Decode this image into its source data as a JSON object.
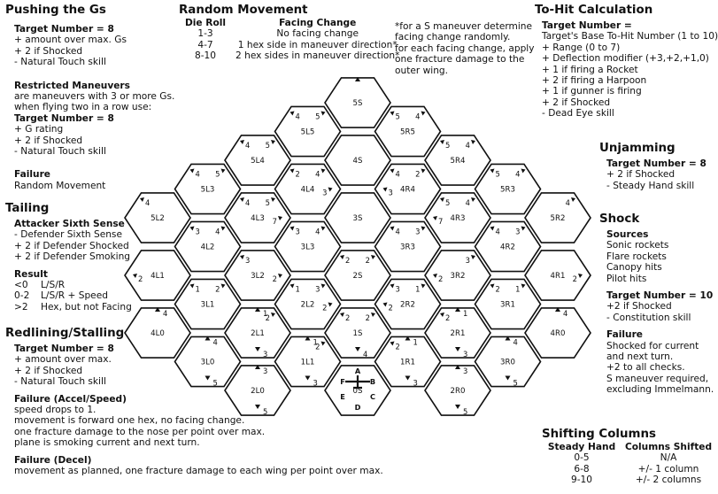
{
  "pushing": {
    "title": "Pushing the Gs",
    "target": "Target Number = 8",
    "lines": [
      "+ amount over max. Gs",
      "+ 2 if Shocked",
      "- Natural Touch skill"
    ],
    "restricted_title": "Restricted Maneuvers",
    "restricted_desc": [
      "are maneuvers with 3 or more Gs.",
      "when flying two in a row use:"
    ],
    "target2": "Target Number = 8",
    "lines2": [
      "+ G rating",
      "+ 2 if Shocked",
      "- Natural Touch skill"
    ],
    "failure_title": "Failure",
    "failure_text": "Random Movement"
  },
  "tailing": {
    "title": "Tailing",
    "sub": "Attacker Sixth Sense",
    "lines": [
      "- Defender Sixth Sense",
      "+ 2 if Defender Shocked",
      "+ 2 if Defender Smoking"
    ],
    "result_title": "Result",
    "results": [
      [
        "<0",
        "L/S/R"
      ],
      [
        "0-2",
        "L/S/R + Speed"
      ],
      [
        ">2",
        "Hex, but not Facing"
      ]
    ]
  },
  "redlining": {
    "title": "Redlining/Stalling",
    "target": "Target Number = 8",
    "lines": [
      "+ amount over max.",
      "+ 2 if Shocked",
      "- Natural Touch skill"
    ],
    "fail1_title": "Failure (Accel/Speed)",
    "fail1_lines": [
      "speed drops to 1.",
      "movement is forward one hex, no facing change.",
      "one fracture damage to the nose per point over max.",
      "plane is smoking current and next turn."
    ],
    "fail2_title": "Failure (Decel)",
    "fail2_line": "movement as planned, one fracture damage to each wing per point over max."
  },
  "random": {
    "title": "Random Movement",
    "col1": "Die Roll",
    "col2": "Facing Change",
    "rows": [
      [
        "1-3",
        "No facing change"
      ],
      [
        "4-7",
        "1 hex side in maneuver direction*"
      ],
      [
        "8-10",
        "2 hex sides in maneuver direction*"
      ]
    ],
    "note": [
      "*for a S maneuver determine",
      "facing change randomly.",
      "for each facing change, apply",
      "one fracture damage to the",
      "outer wing."
    ]
  },
  "tohit": {
    "title": "To-Hit Calculation",
    "target": "Target Number =",
    "lines": [
      "Target's Base To-Hit Number (1 to 10)",
      "+ Range (0 to 7)",
      "+ Deflection modifier (+3,+2,+1,0)",
      "+ 1 if firing a Rocket",
      "+ 2 if firing a Harpoon",
      "+ 1 if gunner is firing",
      "+ 2 if Shocked",
      "- Dead Eye skill"
    ]
  },
  "unjamming": {
    "title": "Unjamming",
    "target": "Target Number = 8",
    "lines": [
      "+ 2 if Shocked",
      "- Steady Hand skill"
    ]
  },
  "shock": {
    "title": "Shock",
    "sources_title": "Sources",
    "sources": [
      "Sonic rockets",
      "Flare rockets",
      "Canopy hits",
      "Pilot hits"
    ],
    "target": "Target Number = 10",
    "lines": [
      "+2 if Shocked",
      "- Constitution skill"
    ],
    "failure_title": "Failure",
    "failure_lines": [
      "Shocked for current",
      "and next turn.",
      "+2 to all checks.",
      "S maneuver required,",
      "excluding Immelmann."
    ]
  },
  "shifting": {
    "title": "Shifting Columns",
    "col1": "Steady Hand",
    "col2": "Columns Shifted",
    "rows": [
      [
        "0-5",
        "N/A"
      ],
      [
        "6-8",
        "+/- 1 column"
      ],
      [
        "9-10",
        "+/- 2 columns"
      ]
    ]
  },
  "hexes": [
    {
      "label": "5S",
      "col": 0,
      "row": 0
    },
    {
      "label": "5L5",
      "col": -1,
      "row": 0.5
    },
    {
      "label": "5R5",
      "col": 1,
      "row": 0.5
    },
    {
      "label": "4S",
      "col": 0,
      "row": 1
    },
    {
      "label": "5L4",
      "col": -2,
      "row": 1
    },
    {
      "label": "5R4",
      "col": 2,
      "row": 1
    },
    {
      "label": "4L4",
      "col": -1,
      "row": 1.5
    },
    {
      "label": "4R4",
      "col": 1,
      "row": 1.5
    },
    {
      "label": "5L3",
      "col": -3,
      "row": 1.5
    },
    {
      "label": "5R3",
      "col": 3,
      "row": 1.5
    },
    {
      "label": "3S",
      "col": 0,
      "row": 2
    },
    {
      "label": "4L3",
      "col": -2,
      "row": 2
    },
    {
      "label": "4R3",
      "col": 2,
      "row": 2
    },
    {
      "label": "5L2",
      "col": -4,
      "row": 2
    },
    {
      "label": "5R2",
      "col": 4,
      "row": 2
    },
    {
      "label": "3L3",
      "col": -1,
      "row": 2.5
    },
    {
      "label": "3R3",
      "col": 1,
      "row": 2.5
    },
    {
      "label": "4L2",
      "col": -3,
      "row": 2.5
    },
    {
      "label": "4R2",
      "col": 3,
      "row": 2.5
    },
    {
      "label": "2S",
      "col": 0,
      "row": 3
    },
    {
      "label": "3L2",
      "col": -2,
      "row": 3
    },
    {
      "label": "3R2",
      "col": 2,
      "row": 3
    },
    {
      "label": "4L1",
      "col": -4,
      "row": 3
    },
    {
      "label": "4R1",
      "col": 4,
      "row": 3
    },
    {
      "label": "2L2",
      "col": -1,
      "row": 3.5
    },
    {
      "label": "2R2",
      "col": 1,
      "row": 3.5
    },
    {
      "label": "3L1",
      "col": -3,
      "row": 3.5
    },
    {
      "label": "3R1",
      "col": 3,
      "row": 3.5
    },
    {
      "label": "1S",
      "col": 0,
      "row": 4
    },
    {
      "label": "2L1",
      "col": -2,
      "row": 4
    },
    {
      "label": "2R1",
      "col": 2,
      "row": 4
    },
    {
      "label": "4L0",
      "col": -4,
      "row": 4
    },
    {
      "label": "4R0",
      "col": 4,
      "row": 4
    },
    {
      "label": "1L1",
      "col": -1,
      "row": 4.5
    },
    {
      "label": "1R1",
      "col": 1,
      "row": 4.5
    },
    {
      "label": "3L0",
      "col": -3,
      "row": 4.5
    },
    {
      "label": "3R0",
      "col": 3,
      "row": 4.5
    },
    {
      "label": "0S",
      "col": 0,
      "row": 5
    },
    {
      "label": "2L0",
      "col": -2,
      "row": 5
    },
    {
      "label": "2R0",
      "col": 2,
      "row": 5
    }
  ],
  "corner_numbers": [
    {
      "hex": "5L5",
      "pos": "ul",
      "n": "4"
    },
    {
      "hex": "5L5",
      "pos": "ur",
      "n": "5"
    },
    {
      "hex": "5R5",
      "pos": "ul",
      "n": "5"
    },
    {
      "hex": "5R5",
      "pos": "ur",
      "n": "4"
    },
    {
      "hex": "5L4",
      "pos": "ul",
      "n": "4"
    },
    {
      "hex": "5L4",
      "pos": "ur",
      "n": "5"
    },
    {
      "hex": "5R4",
      "pos": "ul",
      "n": "5"
    },
    {
      "hex": "5R4",
      "pos": "ur",
      "n": "4"
    },
    {
      "hex": "4L4",
      "pos": "ul",
      "n": "2"
    },
    {
      "hex": "4L4",
      "pos": "ur",
      "n": "4"
    },
    {
      "hex": "4L4",
      "pos": "r",
      "n": "3"
    },
    {
      "hex": "4R4",
      "pos": "ul",
      "n": "4"
    },
    {
      "hex": "4R4",
      "pos": "ur",
      "n": "2"
    },
    {
      "hex": "4R4",
      "pos": "l",
      "n": "3"
    },
    {
      "hex": "5L3",
      "pos": "ul",
      "n": "4"
    },
    {
      "hex": "5L3",
      "pos": "ur",
      "n": "5"
    },
    {
      "hex": "5R3",
      "pos": "ul",
      "n": "5"
    },
    {
      "hex": "5R3",
      "pos": "ur",
      "n": "4"
    },
    {
      "hex": "4L3",
      "pos": "ul",
      "n": "4"
    },
    {
      "hex": "4L3",
      "pos": "ur",
      "n": "5"
    },
    {
      "hex": "4L3",
      "pos": "r",
      "n": "7"
    },
    {
      "hex": "4R3",
      "pos": "ul",
      "n": "5"
    },
    {
      "hex": "4R3",
      "pos": "ur",
      "n": "4"
    },
    {
      "hex": "4R3",
      "pos": "l",
      "n": "7"
    },
    {
      "hex": "5L2",
      "pos": "ul",
      "n": "4"
    },
    {
      "hex": "5R2",
      "pos": "ur",
      "n": "4"
    },
    {
      "hex": "3L3",
      "pos": "ul",
      "n": "3"
    },
    {
      "hex": "3L3",
      "pos": "ur",
      "n": "4"
    },
    {
      "hex": "3R3",
      "pos": "ul",
      "n": "4"
    },
    {
      "hex": "3R3",
      "pos": "ur",
      "n": "3"
    },
    {
      "hex": "4L2",
      "pos": "ul",
      "n": "3"
    },
    {
      "hex": "4L2",
      "pos": "ur",
      "n": "4"
    },
    {
      "hex": "4R2",
      "pos": "ul",
      "n": "4"
    },
    {
      "hex": "4R2",
      "pos": "ur",
      "n": "3"
    },
    {
      "hex": "3L2",
      "pos": "ul",
      "n": "3"
    },
    {
      "hex": "3L2",
      "pos": "r",
      "n": "2"
    },
    {
      "hex": "3R2",
      "pos": "ur",
      "n": "3"
    },
    {
      "hex": "3R2",
      "pos": "l",
      "n": "2"
    },
    {
      "hex": "4L1",
      "pos": "l",
      "n": "2"
    },
    {
      "hex": "4R1",
      "pos": "r",
      "n": "2"
    },
    {
      "hex": "2L2",
      "pos": "ul",
      "n": "1"
    },
    {
      "hex": "2L2",
      "pos": "ur",
      "n": "3"
    },
    {
      "hex": "2L2",
      "pos": "r",
      "n": "2"
    },
    {
      "hex": "2R2",
      "pos": "ul",
      "n": "3"
    },
    {
      "hex": "2R2",
      "pos": "ur",
      "n": "1"
    },
    {
      "hex": "2R2",
      "pos": "l",
      "n": "2"
    },
    {
      "hex": "3L1",
      "pos": "ul",
      "n": "1"
    },
    {
      "hex": "3L1",
      "pos": "ur",
      "n": "2"
    },
    {
      "hex": "3R1",
      "pos": "ul",
      "n": "2"
    },
    {
      "hex": "3R1",
      "pos": "ur",
      "n": "1"
    },
    {
      "hex": "2S",
      "pos": "ul",
      "n": "2"
    },
    {
      "hex": "2S",
      "pos": "ur",
      "n": "2"
    },
    {
      "hex": "2L1",
      "pos": "top",
      "n": "1"
    },
    {
      "hex": "2L1",
      "pos": "ur",
      "n": "2"
    },
    {
      "hex": "2R1",
      "pos": "top",
      "n": "1"
    },
    {
      "hex": "2R1",
      "pos": "ul",
      "n": "2"
    },
    {
      "hex": "4L0",
      "pos": "top",
      "n": "4"
    },
    {
      "hex": "4R0",
      "pos": "top",
      "n": "4"
    },
    {
      "hex": "1L1",
      "pos": "top",
      "n": "1"
    },
    {
      "hex": "1L1",
      "pos": "ur",
      "n": "2"
    },
    {
      "hex": "1R1",
      "pos": "top",
      "n": "1"
    },
    {
      "hex": "1R1",
      "pos": "ul",
      "n": "2"
    },
    {
      "hex": "1S",
      "pos": "ul",
      "n": "2"
    },
    {
      "hex": "1S",
      "pos": "ur",
      "n": "2"
    },
    {
      "hex": "1S",
      "pos": "bot",
      "n": "4"
    },
    {
      "hex": "3L0",
      "pos": "top",
      "n": "4"
    },
    {
      "hex": "3L0",
      "pos": "bot",
      "n": "5"
    },
    {
      "hex": "3R0",
      "pos": "top",
      "n": "4"
    },
    {
      "hex": "3R0",
      "pos": "bot",
      "n": "5"
    },
    {
      "hex": "2L1",
      "pos": "bot",
      "n": "3"
    },
    {
      "hex": "2R1",
      "pos": "bot",
      "n": "3"
    },
    {
      "hex": "1L1",
      "pos": "bot",
      "n": "3"
    },
    {
      "hex": "1R1",
      "pos": "bot",
      "n": "3"
    },
    {
      "hex": "2L0",
      "pos": "top",
      "n": "3"
    },
    {
      "hex": "2L0",
      "pos": "bot",
      "n": "5"
    },
    {
      "hex": "2R0",
      "pos": "top",
      "n": "3"
    },
    {
      "hex": "2R0",
      "pos": "bot",
      "n": "5"
    },
    {
      "hex": "5S",
      "pos": "top",
      "n": ""
    }
  ],
  "origin_hex": {
    "letters": {
      "A": "A",
      "B": "B",
      "C": "C",
      "D": "D",
      "E": "E",
      "F": "F"
    }
  }
}
